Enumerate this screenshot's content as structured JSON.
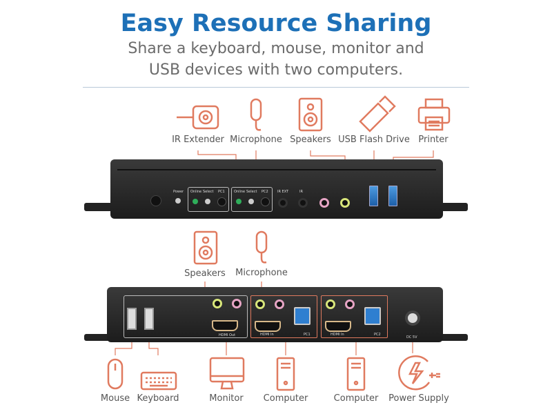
{
  "header": {
    "title": "Easy Resource Sharing",
    "subtitle_line1": "Share a keyboard, mouse, monitor and",
    "subtitle_line2": "USB devices with two computers."
  },
  "top_devices": [
    {
      "label": "IR Extender",
      "icon": "ir-extender-icon"
    },
    {
      "label": "Microphone",
      "icon": "microphone-icon"
    },
    {
      "label": "Speakers",
      "icon": "speaker-icon"
    },
    {
      "label": "USB Flash Drive",
      "icon": "usb-flash-drive-icon"
    },
    {
      "label": "Printer",
      "icon": "printer-icon"
    }
  ],
  "middle_devices": [
    {
      "label": "Speakers",
      "icon": "speaker-icon"
    },
    {
      "label": "Microphone",
      "icon": "microphone-icon"
    }
  ],
  "bottom_devices": [
    {
      "label": "Mouse",
      "icon": "mouse-icon"
    },
    {
      "label": "Keyboard",
      "icon": "keyboard-icon"
    },
    {
      "label": "Monitor",
      "icon": "monitor-icon"
    },
    {
      "label": "Computer",
      "icon": "computer-icon"
    },
    {
      "label": "Computer",
      "icon": "computer-icon"
    },
    {
      "label": "Power Supply",
      "icon": "power-supply-icon"
    }
  ],
  "front_panel": {
    "power": "Power",
    "online1": "Online",
    "select1": "Select",
    "pc1": "PC1",
    "online2": "Online",
    "select2": "Select",
    "pc2": "PC2",
    "ir_ext": "IR EXT",
    "ir": "IR"
  },
  "rear_panel": {
    "hdmi_out": "HDMI Out",
    "hdmi_in1": "HDMI In",
    "pc1": "PC1",
    "hdmi_in2": "HDMI In",
    "pc2": "PC2",
    "dc": "DC 5V"
  },
  "colors": {
    "title": "#1d70b7",
    "accent": "#e07a5f",
    "text": "#555555"
  }
}
